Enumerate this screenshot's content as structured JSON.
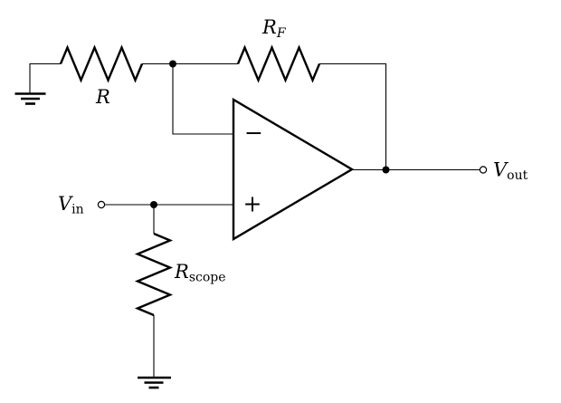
{
  "colors": {
    "line": "#000000",
    "background": "#ffffff"
  },
  "labels": {
    "r": "R",
    "rf": {
      "main": "R",
      "sub": "F"
    },
    "rscope": {
      "main": "R",
      "sub": "scope"
    },
    "vin": {
      "main": "V",
      "sub": "in"
    },
    "vout": {
      "main": "V",
      "sub": "out"
    },
    "opamp": {
      "inverting": "−",
      "noninverting": "+"
    }
  }
}
